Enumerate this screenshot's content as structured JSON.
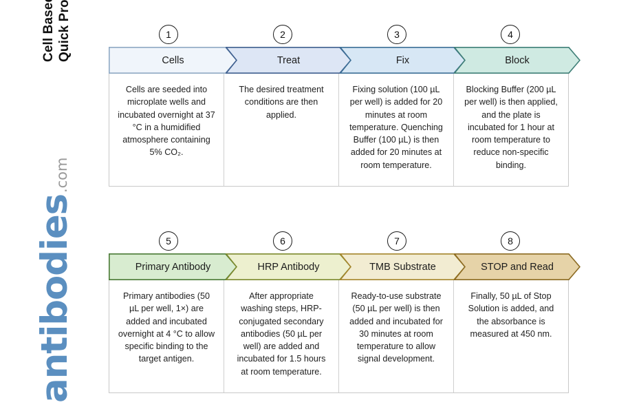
{
  "page": {
    "title_lines": [
      "Cell Based ELISA Kits",
      "Quick Protocol"
    ],
    "background": "#ffffff"
  },
  "logo": {
    "word": "antibodies",
    "tld": ".com",
    "word_color": "#5b8fc0",
    "tld_color": "#9a9a9a"
  },
  "colors": {
    "chevron_1_fill": "#f0f5fb",
    "chevron_1_stroke": "#8fa9c4",
    "chevron_2_fill": "#dde6f5",
    "chevron_2_stroke": "#3f5f8f",
    "chevron_3_fill": "#d7e7f5",
    "chevron_3_stroke": "#3d6f96",
    "chevron_4_fill": "#cfeae2",
    "chevron_4_stroke": "#3f7f77",
    "chevron_5_fill": "#d8ecd0",
    "chevron_5_stroke": "#4a7a35",
    "chevron_6_fill": "#edf0cf",
    "chevron_6_stroke": "#7d8a2e",
    "chevron_7_fill": "#f2ecd2",
    "chevron_7_stroke": "#a5852c",
    "chevron_8_fill": "#e6d3a8",
    "chevron_8_stroke": "#8c6b23",
    "box_border": "#c8c8c8",
    "divider": "#cfcfcf",
    "number_ring": "#1a1a1a"
  },
  "rows": [
    {
      "id": "row-1",
      "steps": [
        {
          "number": "1",
          "label": "Cells",
          "body": "Cells are seeded into microplate wells and incubated overnight at 37 °C in a humidified atmosphere containing 5% CO₂."
        },
        {
          "number": "2",
          "label": "Treat",
          "body": "The desired treatment conditions are then applied."
        },
        {
          "number": "3",
          "label": "Fix",
          "body": "Fixing solution (100 µL per well) is added for 20 minutes at room temperature. Quenching Buffer (100 µL) is then added for 20 minutes at room temperature."
        },
        {
          "number": "4",
          "label": "Block",
          "body": "Blocking Buffer (200 µL per well) is then applied, and the plate is incubated for 1 hour at room temperature to reduce non-specific binding."
        }
      ]
    },
    {
      "id": "row-2",
      "steps": [
        {
          "number": "5",
          "label": "Primary Antibody",
          "body": "Primary antibodies (50 µL per well, 1×) are added and incubated overnight at 4 °C to allow specific binding to the target antigen."
        },
        {
          "number": "6",
          "label": "HRP Antibody",
          "body": "After appropriate washing steps, HRP-conjugated secondary antibodies (50 µL per well) are added and incubated for 1.5 hours at room temperature."
        },
        {
          "number": "7",
          "label": "TMB Substrate",
          "body": "Ready-to-use substrate (50 µL per well) is then added and incubated for 30 minutes at room temperature to allow signal development."
        },
        {
          "number": "8",
          "label": "STOP and Read",
          "body": "Finally, 50 µL of Stop Solution is added, and the absorbance is measured at 450 nm."
        }
      ]
    }
  ]
}
